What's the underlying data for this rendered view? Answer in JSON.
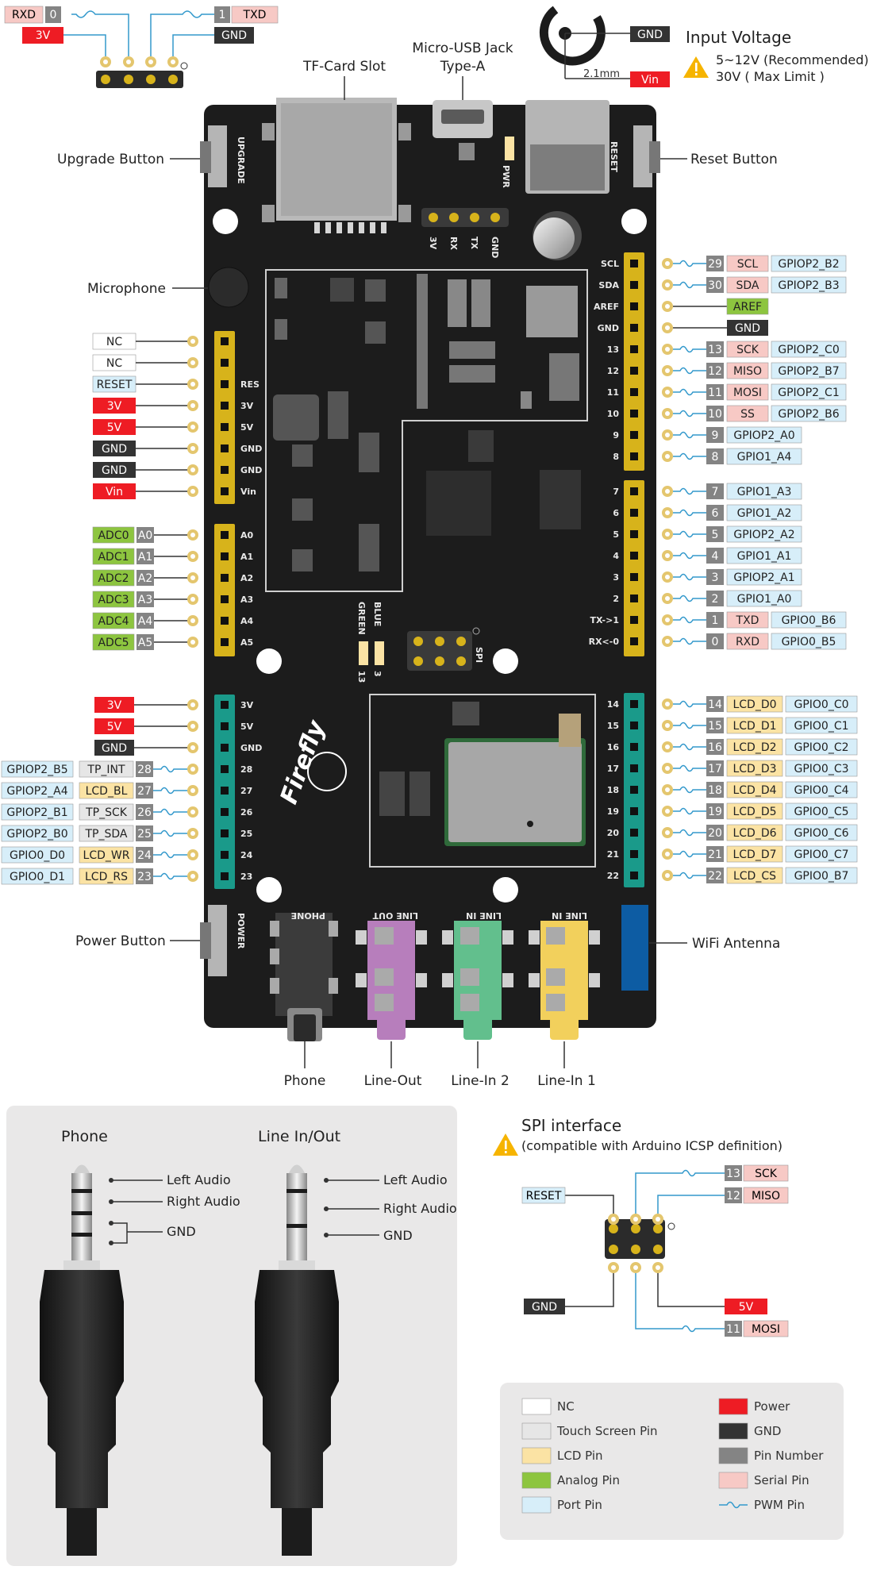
{
  "header_pins": {
    "rxd": {
      "name": "RXD",
      "num": "0"
    },
    "txd": {
      "name": "TXD",
      "num": "1"
    },
    "v3": "3V",
    "gnd": "GND"
  },
  "top": {
    "tf_card": "TF-Card Slot",
    "usb_line1": "Micro-USB Jack",
    "usb_line2": "Type-A",
    "dc_gnd": "GND",
    "dc_vin": "Vin",
    "dc_size": "2.1mm",
    "input_voltage_title": "Input Voltage",
    "input_voltage_rec": "5~12V (Recommended)",
    "input_voltage_max": "30V ( Max Limit )"
  },
  "side_labels": {
    "upgrade_button": "Upgrade Button",
    "reset_button": "Reset Button",
    "microphone": "Microphone",
    "power_button": "Power Button",
    "wifi_antenna": "WiFi Antenna"
  },
  "board": {
    "upgrade": "UPGRADE",
    "reset": "RESET",
    "power": "POWER",
    "pwr": "PWR",
    "uart_pins": [
      "3V",
      "RX",
      "TX",
      "GND"
    ],
    "led_green": "GREEN",
    "led_blue": "BLUE",
    "led_green_num": "13",
    "led_blue_num": "3",
    "spi": "SPI",
    "brand": "Firefly",
    "jack_phone": "PHONE",
    "jack_lineout": "LINE OUT",
    "jack_linein2": "LINE IN",
    "jack_linein1": "LINE IN",
    "left_power_silk": [
      "RES",
      "3V",
      "5V",
      "GND",
      "GND",
      "Vin"
    ],
    "left_analog_silk": [
      "A0",
      "A1",
      "A2",
      "A3",
      "A4",
      "A5"
    ],
    "left_teal_silk": [
      "3V",
      "5V",
      "GND",
      "28",
      "27",
      "26",
      "25",
      "24",
      "23"
    ],
    "right_top_silk": [
      "SCL",
      "SDA",
      "AREF",
      "GND",
      "13",
      "12",
      "11",
      "10",
      "9",
      "8"
    ],
    "right_mid_silk": [
      "7",
      "6",
      "5",
      "4",
      "3",
      "2",
      "TX->1",
      "RX<-0"
    ],
    "right_teal_silk": [
      "14",
      "15",
      "16",
      "17",
      "18",
      "19",
      "20",
      "21",
      "22"
    ]
  },
  "bottom_labels": {
    "phone": "Phone",
    "line_out": "Line-Out",
    "line_in2": "Line-In 2",
    "line_in1": "Line-In 1"
  },
  "left_power_pins": [
    {
      "label": "NC",
      "type": "nc"
    },
    {
      "label": "NC",
      "type": "nc"
    },
    {
      "label": "RESET",
      "type": "port"
    },
    {
      "label": "3V",
      "type": "power"
    },
    {
      "label": "5V",
      "type": "power"
    },
    {
      "label": "GND",
      "type": "gnd"
    },
    {
      "label": "GND",
      "type": "gnd"
    },
    {
      "label": "Vin",
      "type": "power"
    }
  ],
  "left_analog_pins": [
    {
      "adc": "ADC0",
      "a": "A0"
    },
    {
      "adc": "ADC1",
      "a": "A1"
    },
    {
      "adc": "ADC2",
      "a": "A2"
    },
    {
      "adc": "ADC3",
      "a": "A3"
    },
    {
      "adc": "ADC4",
      "a": "A4"
    },
    {
      "adc": "ADC5",
      "a": "A5"
    }
  ],
  "left_teal_power": [
    {
      "label": "3V",
      "type": "power"
    },
    {
      "label": "5V",
      "type": "power"
    },
    {
      "label": "GND",
      "type": "gnd"
    }
  ],
  "left_teal_pins": [
    {
      "port": "GPIOP2_B5",
      "func": "TP_INT",
      "ftype": "touch",
      "num": "28"
    },
    {
      "port": "GPIOP2_A4",
      "func": "LCD_BL",
      "ftype": "lcd",
      "num": "27"
    },
    {
      "port": "GPIOP2_B1",
      "func": "TP_SCK",
      "ftype": "touch",
      "num": "26"
    },
    {
      "port": "GPIOP2_B0",
      "func": "TP_SDA",
      "ftype": "touch",
      "num": "25"
    },
    {
      "port": "GPIO0_D0",
      "func": "LCD_WR",
      "ftype": "lcd",
      "num": "24"
    },
    {
      "port": "GPIO0_D1",
      "func": "LCD_RS",
      "ftype": "lcd",
      "num": "23"
    }
  ],
  "right_top_pins": [
    {
      "num": "29",
      "func": "SCL",
      "ftype": "serial",
      "port": "GPIOP2_B2",
      "pwm": true
    },
    {
      "num": "30",
      "func": "SDA",
      "ftype": "serial",
      "port": "GPIOP2_B3",
      "pwm": true
    },
    {
      "num": "",
      "func": "AREF",
      "ftype": "analog",
      "port": "",
      "pwm": false
    },
    {
      "num": "",
      "func": "GND",
      "ftype": "gnd",
      "port": "",
      "pwm": false
    },
    {
      "num": "13",
      "func": "SCK",
      "ftype": "serial",
      "port": "GPIOP2_C0",
      "pwm": true
    },
    {
      "num": "12",
      "func": "MISO",
      "ftype": "serial",
      "port": "GPIOP2_B7",
      "pwm": true
    },
    {
      "num": "11",
      "func": "MOSI",
      "ftype": "serial",
      "port": "GPIOP2_C1",
      "pwm": true
    },
    {
      "num": "10",
      "func": "SS",
      "ftype": "serial",
      "port": "GPIOP2_B6",
      "pwm": true
    },
    {
      "num": "9",
      "func": "",
      "ftype": "",
      "port": "GPIOP2_A0",
      "pwm": true
    },
    {
      "num": "8",
      "func": "",
      "ftype": "",
      "port": "GPIO1_A4",
      "pwm": true
    }
  ],
  "right_mid_pins": [
    {
      "num": "7",
      "func": "",
      "ftype": "",
      "port": "GPIO1_A3"
    },
    {
      "num": "6",
      "func": "",
      "ftype": "",
      "port": "GPIO1_A2"
    },
    {
      "num": "5",
      "func": "",
      "ftype": "",
      "port": "GPIOP2_A2"
    },
    {
      "num": "4",
      "func": "",
      "ftype": "",
      "port": "GPIO1_A1"
    },
    {
      "num": "3",
      "func": "",
      "ftype": "",
      "port": "GPIOP2_A1"
    },
    {
      "num": "2",
      "func": "",
      "ftype": "",
      "port": "GPIO1_A0"
    },
    {
      "num": "1",
      "func": "TXD",
      "ftype": "serial",
      "port": "GPIO0_B6"
    },
    {
      "num": "0",
      "func": "RXD",
      "ftype": "serial",
      "port": "GPIO0_B5"
    }
  ],
  "right_teal_pins": [
    {
      "num": "14",
      "func": "LCD_D0",
      "port": "GPIO0_C0"
    },
    {
      "num": "15",
      "func": "LCD_D1",
      "port": "GPIO0_C1"
    },
    {
      "num": "16",
      "func": "LCD_D2",
      "port": "GPIO0_C2"
    },
    {
      "num": "17",
      "func": "LCD_D3",
      "port": "GPIO0_C3"
    },
    {
      "num": "18",
      "func": "LCD_D4",
      "port": "GPIO0_C4"
    },
    {
      "num": "19",
      "func": "LCD_D5",
      "port": "GPIO0_C5"
    },
    {
      "num": "20",
      "func": "LCD_D6",
      "port": "GPIO0_C6"
    },
    {
      "num": "21",
      "func": "LCD_D7",
      "port": "GPIO0_C7"
    },
    {
      "num": "22",
      "func": "LCD_CS",
      "port": "GPIO0_B7"
    }
  ],
  "jacks": {
    "phone_title": "Phone",
    "line_title": "Line In/Out",
    "phone_labels": [
      "Left Audio",
      "Right Audio",
      "GND"
    ],
    "line_labels": [
      "Left Audio",
      "Right Audio",
      "GND"
    ]
  },
  "spi": {
    "title": "SPI interface",
    "note": "(compatible with Arduino ICSP definition)",
    "reset": "RESET",
    "gnd": "GND",
    "v5": "5V",
    "pins": [
      {
        "num": "13",
        "func": "SCK"
      },
      {
        "num": "12",
        "func": "MISO"
      },
      {
        "num": "11",
        "func": "MOSI"
      }
    ]
  },
  "legend": [
    {
      "label": "NC",
      "type": "nc"
    },
    {
      "label": "Power",
      "type": "power"
    },
    {
      "label": "Touch Screen Pin",
      "type": "touch"
    },
    {
      "label": "GND",
      "type": "gnd"
    },
    {
      "label": "LCD Pin",
      "type": "lcd"
    },
    {
      "label": "Pin Number",
      "type": "num"
    },
    {
      "label": "Analog Pin",
      "type": "analog"
    },
    {
      "label": "Serial Pin",
      "type": "serial"
    },
    {
      "label": "Port Pin",
      "type": "port"
    },
    {
      "label": "PWM Pin",
      "type": "pwm"
    }
  ],
  "colors": {
    "nc": "#ffffff",
    "touch": "#e6e6e6",
    "lcd": "#fbe3a4",
    "analog": "#8dc53f",
    "port": "#d7eef9",
    "power": "#ee1c24",
    "gnd": "#333333",
    "num": "#848484",
    "serial": "#f7c9c5",
    "pwm": "#3399cc",
    "board": "#1c1c1c",
    "header_yellow": "#d7b31b",
    "header_teal": "#1a9a8a",
    "pad": "#e4c66e",
    "panel": "#e9e8e8"
  }
}
